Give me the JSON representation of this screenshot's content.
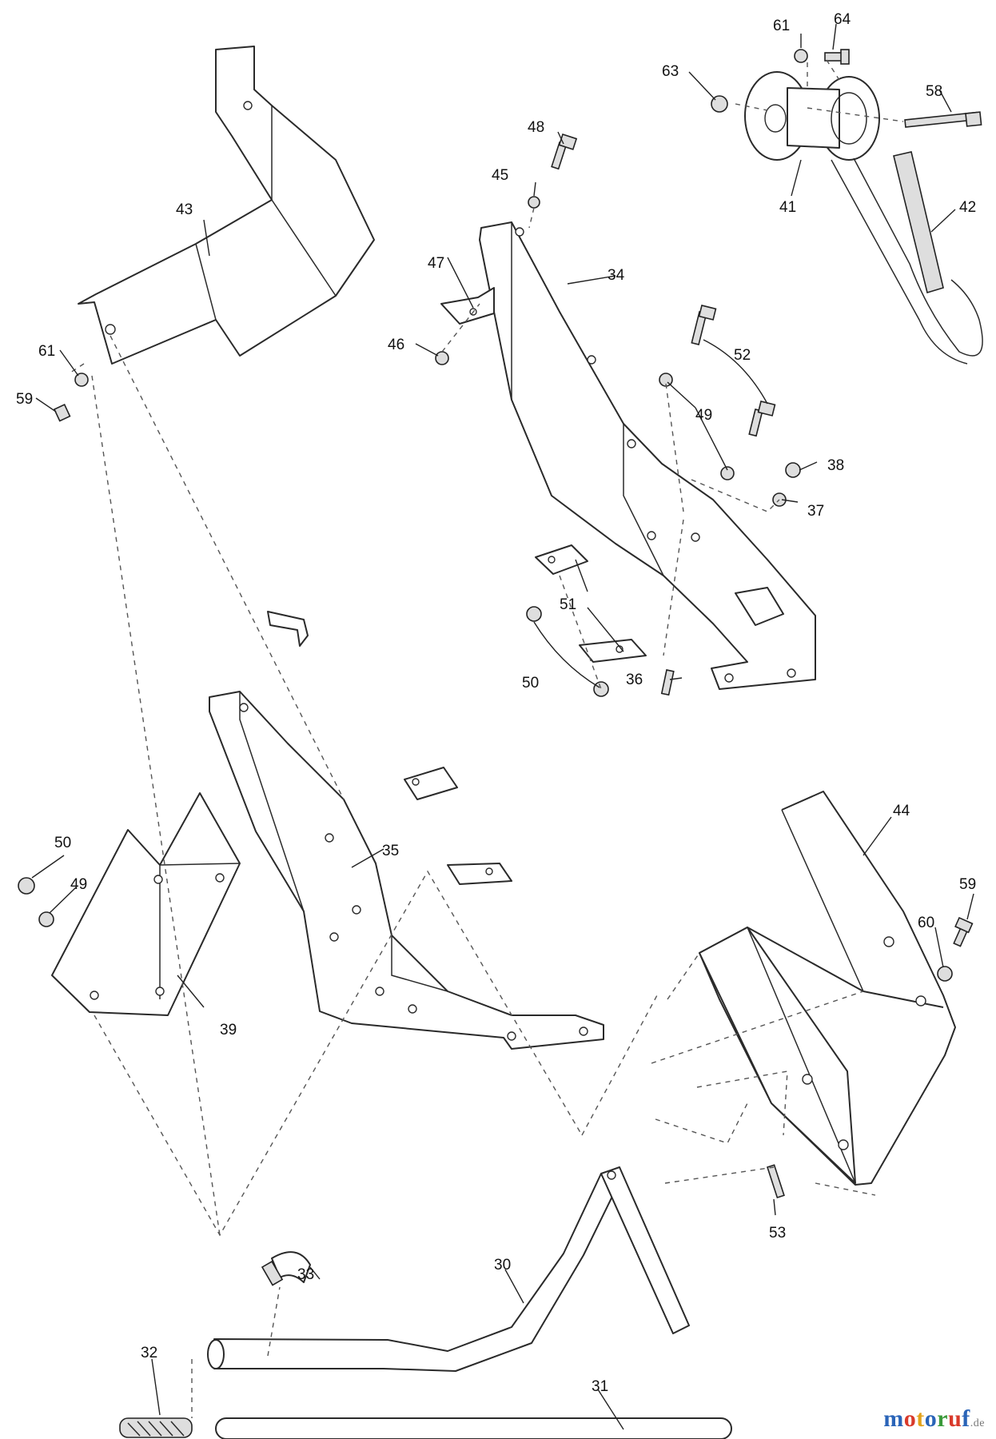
{
  "brand": {
    "letters": [
      "m",
      "o",
      "t",
      "o",
      "r",
      "u",
      "f"
    ],
    "tld": ".de",
    "colors": [
      "#2a64b8",
      "#d93a2b",
      "#e3a21a",
      "#2a64b8",
      "#3a9a3a",
      "#d93a2b",
      "#2a64b8"
    ]
  },
  "labels": {
    "p30": "30",
    "p31": "31",
    "p32": "32",
    "p33": "33",
    "p34": "34",
    "p35": "35",
    "p36": "36",
    "p37": "37",
    "p38": "38",
    "p39": "39",
    "p41": "41",
    "p42": "42",
    "p43": "43",
    "p44": "44",
    "p45": "45",
    "p46": "46",
    "p47": "47",
    "p48": "48",
    "p49a": "49",
    "p49b": "49",
    "p50a": "50",
    "p50b": "50",
    "p51": "51",
    "p52": "52",
    "p53": "53",
    "p58": "58",
    "p59a": "59",
    "p59b": "59",
    "p60": "60",
    "p61a": "61",
    "p61b": "61",
    "p63": "63",
    "p64": "64"
  }
}
